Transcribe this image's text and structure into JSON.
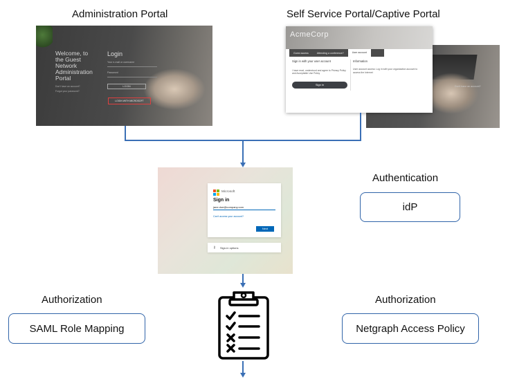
{
  "labels": {
    "admin_portal": "Administration Portal",
    "self_service_portal": "Self Service Portal/Captive Portal",
    "authentication": "Authentication",
    "authorization_left": "Authorization",
    "authorization_right": "Authorization"
  },
  "boxes": {
    "idp": "idP",
    "saml_role_mapping": "SAML Role Mapping",
    "netgraph_access_policy": "Netgraph Access Policy"
  },
  "admin_screenshot": {
    "welcome": "Welcome, to the Guest Network Administration Portal",
    "login_title": "Login",
    "email_placeholder": "Your e-mail or username",
    "password_placeholder": "Password",
    "login_button": "LOGIN",
    "alt_login_button": "LOGIN WITH MICROSOFT",
    "small_text": "Don't have an account?",
    "forgot": "Forgot your password?"
  },
  "self_service_screenshot": {
    "brand": "AcmeCorp",
    "tabs": [
      "Guest access",
      "Attending a conference?",
      "User account"
    ],
    "sign_in_heading": "Sign in with your user account",
    "info_heading": "Information",
    "agree_text": "I have read, understood and agree to Privacy Policy and Acceptable Use Policy",
    "info_text": "User account access: Log in with your organization account to access the Internet",
    "sign_in_button": "Sign in"
  },
  "microsoft_screenshot": {
    "brand": "Microsoft",
    "title": "Sign in",
    "email": "jane.doe@company.com",
    "link": "Can't access your account?",
    "next_button": "Next",
    "options": "Sign-in options"
  },
  "colors": {
    "box_border": "#2f63a8",
    "connector": "#3a6fb5"
  }
}
